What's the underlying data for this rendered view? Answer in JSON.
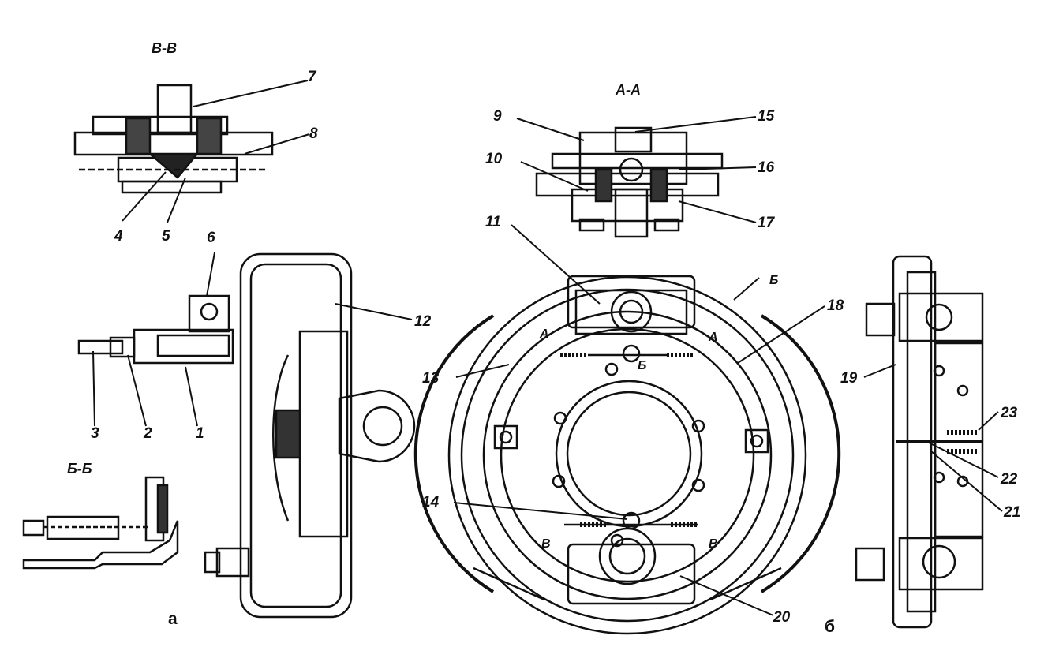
{
  "sections": {
    "vv": "В-В",
    "aa": "А-А",
    "bb": "Б-Б"
  },
  "sublabels": {
    "a": "а",
    "b": "б"
  },
  "callouts": {
    "n1": "1",
    "n2": "2",
    "n3": "3",
    "n4": "4",
    "n5": "5",
    "n6": "6",
    "n7": "7",
    "n8": "8",
    "n9": "9",
    "n10": "10",
    "n11": "11",
    "n12": "12",
    "n13": "13",
    "n14": "14",
    "n15": "15",
    "n16": "16",
    "n17": "17",
    "n18": "18",
    "n19": "19",
    "n20": "20",
    "n21": "21",
    "n22": "22",
    "n23": "23"
  },
  "section_marks": {
    "a_left": "А",
    "a_right": "А",
    "b_top": "Б",
    "b_mid": "Б",
    "v_left": "В",
    "v_right": "В"
  }
}
